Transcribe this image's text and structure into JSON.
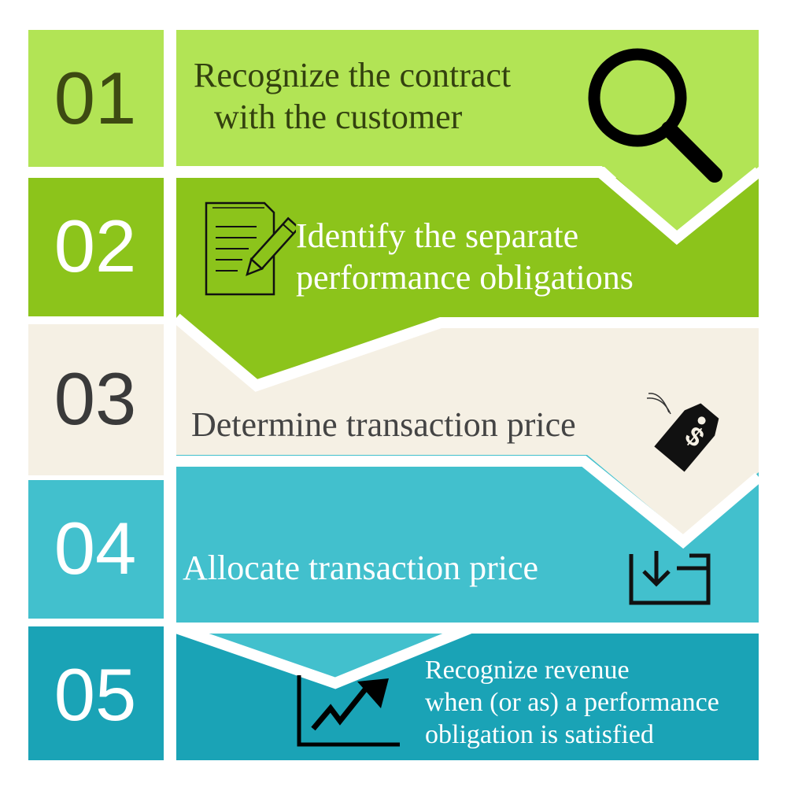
{
  "steps": [
    {
      "number": "01",
      "text_lines": [
        "Recognize the contract",
        "with the customer"
      ],
      "icon": "magnifier-icon"
    },
    {
      "number": "02",
      "text_lines": [
        "Identify the separate",
        "performance obligations"
      ],
      "icon": "document-pencil-icon"
    },
    {
      "number": "03",
      "text_lines": [
        "Determine transaction price"
      ],
      "icon": "price-tag-icon"
    },
    {
      "number": "04",
      "text_lines": [
        "Allocate transaction price"
      ],
      "icon": "download-tray-icon"
    },
    {
      "number": "05",
      "text_lines": [
        "Recognize revenue",
        "when (or as) a performance",
        "obligation is satisfied"
      ],
      "icon": "growth-chart-icon"
    }
  ],
  "tag_symbol": "$",
  "colors": {
    "step1_light": "#b2e455",
    "step1_num": "#3d4a12",
    "step2_green": "#8cc41b",
    "step3_cream": "#f5f0e4",
    "step3_num": "#3a3a3a",
    "step4_teal": "#42c0cd",
    "step5_teal": "#1aa3b6",
    "white": "#ffffff"
  }
}
